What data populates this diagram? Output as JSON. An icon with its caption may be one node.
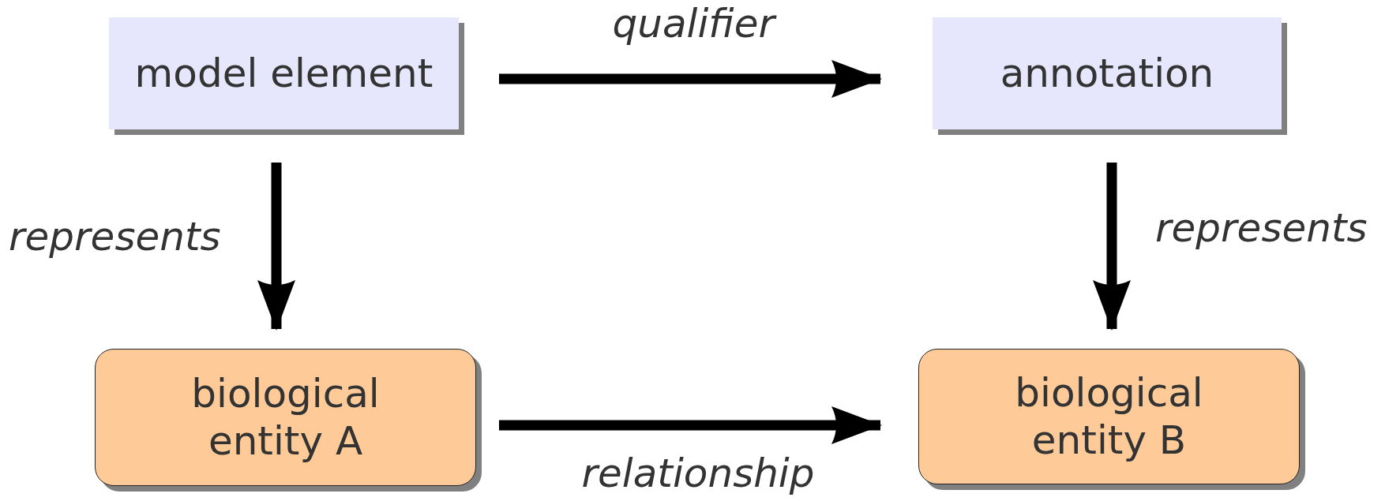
{
  "diagram": {
    "nodes": [
      {
        "text": [
          "model element"
        ]
      },
      {
        "text": [
          "annotation"
        ]
      },
      {
        "text": [
          "biological entity A"
        ]
      },
      {
        "text": [
          "biological entity B"
        ]
      }
    ],
    "edges": [
      {
        "from": 0,
        "to": 1,
        "arrow": "to",
        "label": "qualifier"
      },
      {
        "from": 0,
        "to": 2,
        "arrow": "to",
        "label": "represents"
      },
      {
        "from": 1,
        "to": 3,
        "arrow": "to",
        "label": "represents"
      },
      {
        "from": 2,
        "to": 3,
        "arrow": "to",
        "label": "relationship"
      }
    ]
  }
}
